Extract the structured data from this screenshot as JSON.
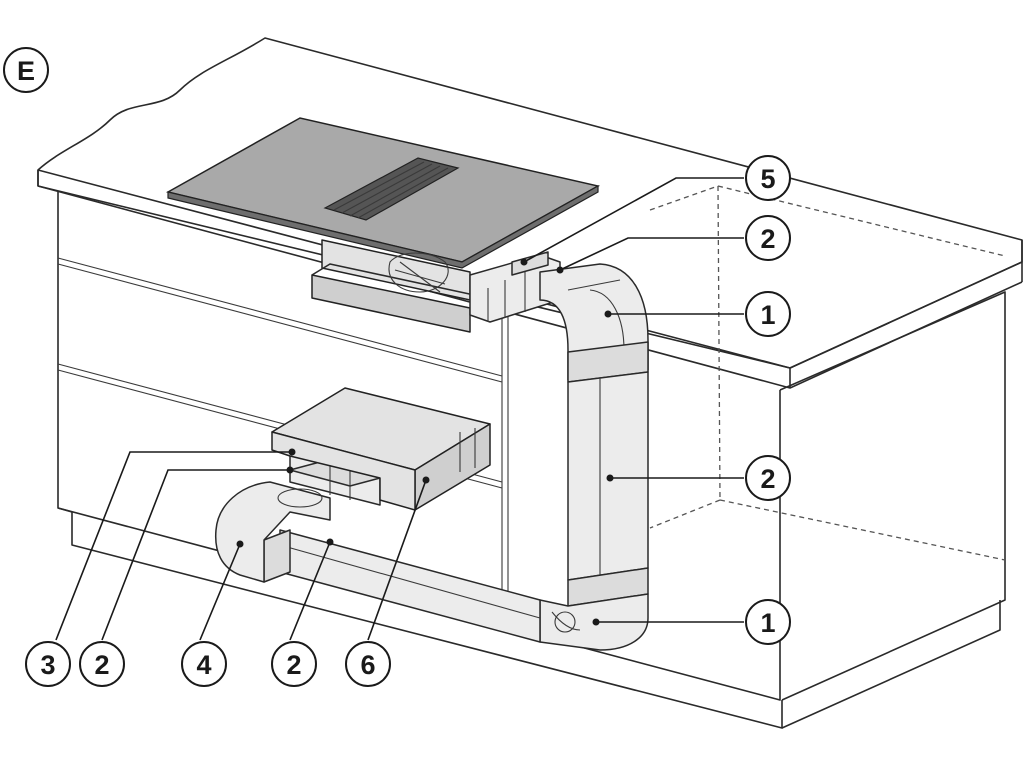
{
  "figure_label": "E",
  "callouts": {
    "c5": "5",
    "c2_top": "2",
    "c1_top": "1",
    "c2_right": "2",
    "c1_bottom": "1",
    "c3": "3",
    "c2_left": "2",
    "c4": "4",
    "c2_bottom": "2",
    "c6": "6"
  }
}
